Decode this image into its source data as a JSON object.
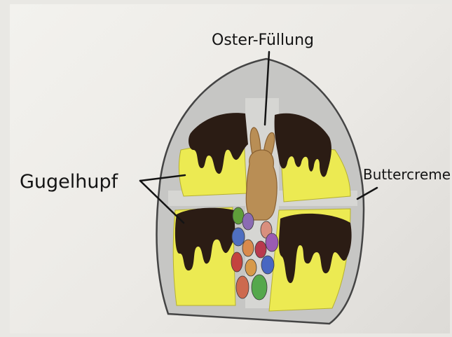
{
  "labels": {
    "top": "Oster-Füllung",
    "left": "Gugelhupf",
    "right": "Buttercreme"
  },
  "colors": {
    "paper": "#eeece8",
    "buttercream": "#c9c9c9",
    "cake": "#ecea52",
    "chocolate": "#2b1c14",
    "bunny": "#b98e55",
    "ink": "#141414"
  },
  "eggs": [
    {
      "color": "#5f9e3a"
    },
    {
      "color": "#8b6bb3"
    },
    {
      "color": "#d98f7e"
    },
    {
      "color": "#4f6fc0"
    },
    {
      "color": "#d98a4c"
    },
    {
      "color": "#b83a4e"
    },
    {
      "color": "#9a5bb3"
    },
    {
      "color": "#c3433f"
    },
    {
      "color": "#d79a4a"
    },
    {
      "color": "#4867c2"
    },
    {
      "color": "#cd6a4f"
    },
    {
      "color": "#55a84c"
    }
  ]
}
